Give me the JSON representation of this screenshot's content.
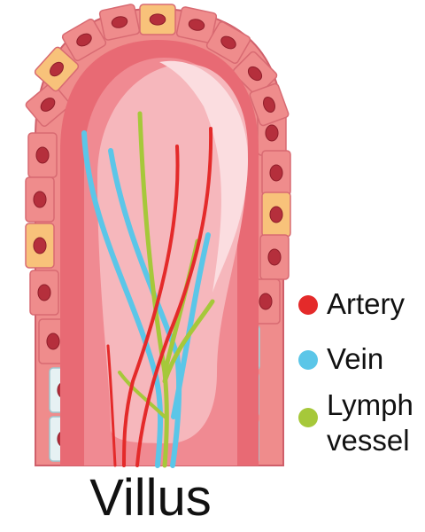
{
  "title": "Villus",
  "legend": [
    {
      "label": "Artery",
      "color": "#e42a2a"
    },
    {
      "label": "Vein",
      "color": "#5bc6e8"
    },
    {
      "label": "Lymph ",
      "label2": "vessel",
      "color": "#a6c83a"
    }
  ],
  "colors": {
    "cell_pink": "#ef8c8c",
    "cell_yellow": "#f8c27a",
    "cell_white": "#e6f1f3",
    "nucleus": "#b52f3c",
    "lumen": "#f4a6ad",
    "core": "#e86a74"
  }
}
